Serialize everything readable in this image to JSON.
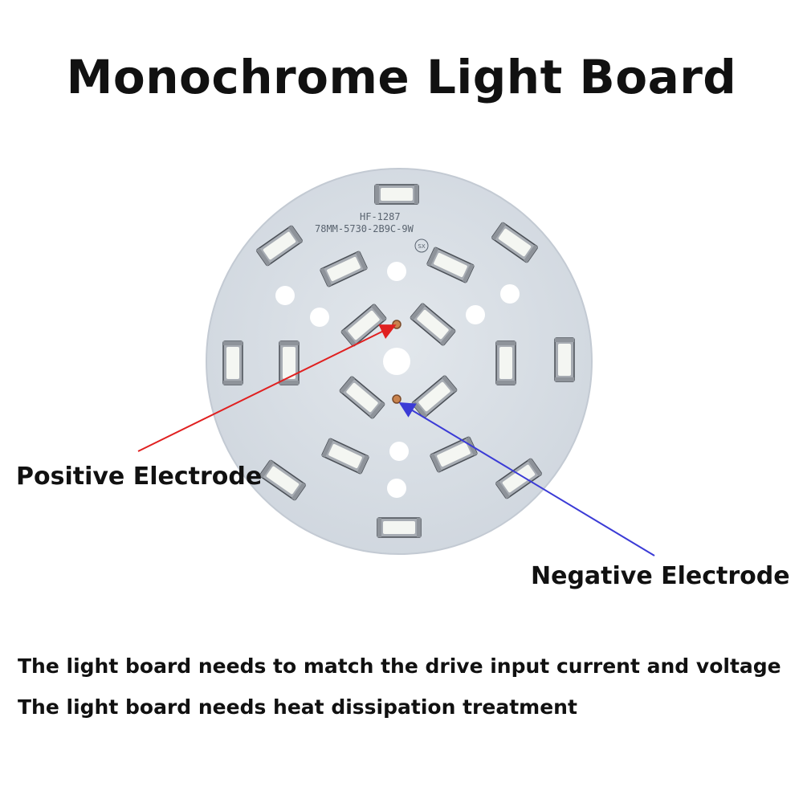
{
  "title": "Monochrome Light Board",
  "board": {
    "silkscreen_line1": "HF-1287",
    "silkscreen_line2": "78MM-5730-2B9C-9W",
    "logo_mark": "SX"
  },
  "labels": {
    "positive": "Positive Electrode",
    "negative": "Negative Electrode"
  },
  "notes": [
    "The light board needs to match the drive input current and voltage",
    "The light board needs heat dissipation treatment"
  ],
  "colors": {
    "board": "#d7dde4",
    "led_frame": "#a7acb3",
    "led_emitter": "#f4f6f2",
    "positive_arrow": "#e02020",
    "negative_arrow": "#3b3bd6",
    "pad": "#c9834e"
  }
}
